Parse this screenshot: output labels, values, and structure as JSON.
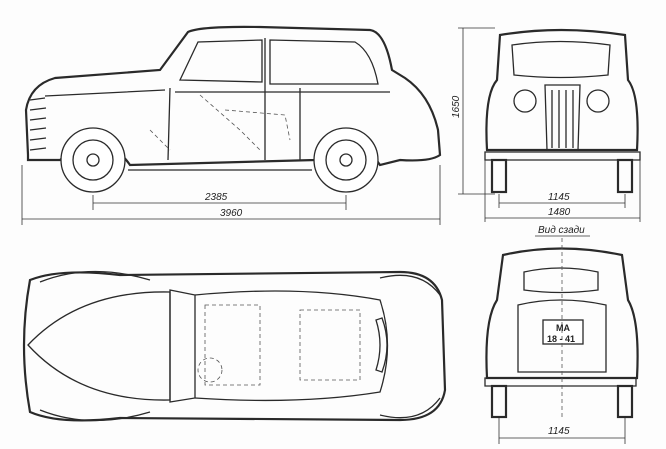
{
  "side_view": {
    "wheelbase": "2385",
    "length": "3960"
  },
  "front_view": {
    "height": "1650",
    "track": "1145",
    "width": "1480"
  },
  "rear_view": {
    "title": "Вид сзади",
    "plate_line1": "МА",
    "plate_line2": "18 - 41",
    "track": "1145"
  }
}
